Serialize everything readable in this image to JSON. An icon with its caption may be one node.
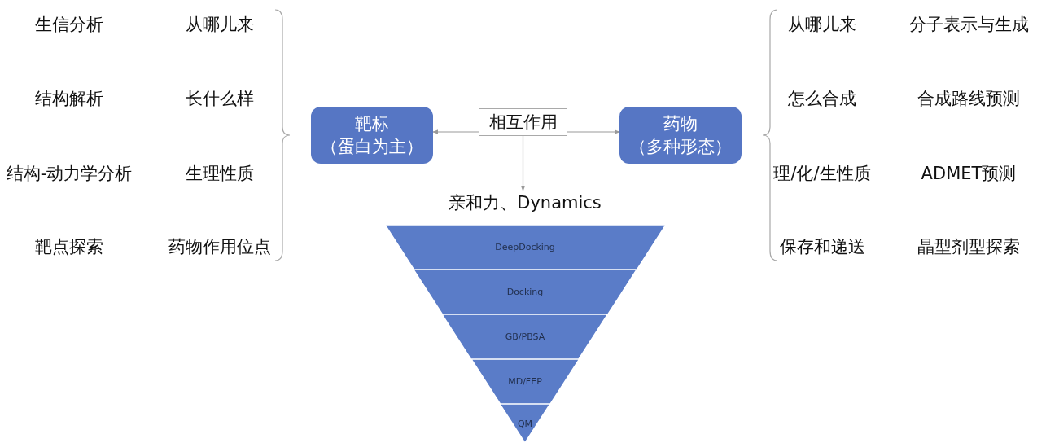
{
  "diagram": {
    "nodes": [
      {
        "text": [
          "靶标",
          "（蛋白为主）"
        ]
      },
      {
        "text": [
          "相互作用"
        ]
      },
      {
        "text": [
          "药物",
          "（多种形态）"
        ]
      },
      {
        "text": [
          "亲和力、Dynamics"
        ]
      },
      {
        "text": [
          "DeepDocking"
        ]
      },
      {
        "text": [
          "Docking"
        ]
      },
      {
        "text": [
          "GB/PBSA"
        ]
      },
      {
        "text": [
          "MD/FEP"
        ]
      },
      {
        "text": [
          "QM"
        ]
      }
    ],
    "edges": [
      {
        "from": 1,
        "to": 0,
        "arrow": "to"
      },
      {
        "from": 1,
        "to": 2,
        "arrow": "to"
      },
      {
        "from": 1,
        "to": 3,
        "arrow": "to"
      }
    ],
    "labels": [
      "生信分析",
      "从哪儿来",
      "结构解析",
      "长什么样",
      "结构-动力学分析",
      "生理性质",
      "靶点探索",
      "药物作用位点",
      "从哪儿来",
      "分子表示与生成",
      "怎么合成",
      "合成路线预测",
      "理/化/生性质",
      "ADMET预测",
      "保存和递送",
      "晶型剂型探索"
    ]
  }
}
